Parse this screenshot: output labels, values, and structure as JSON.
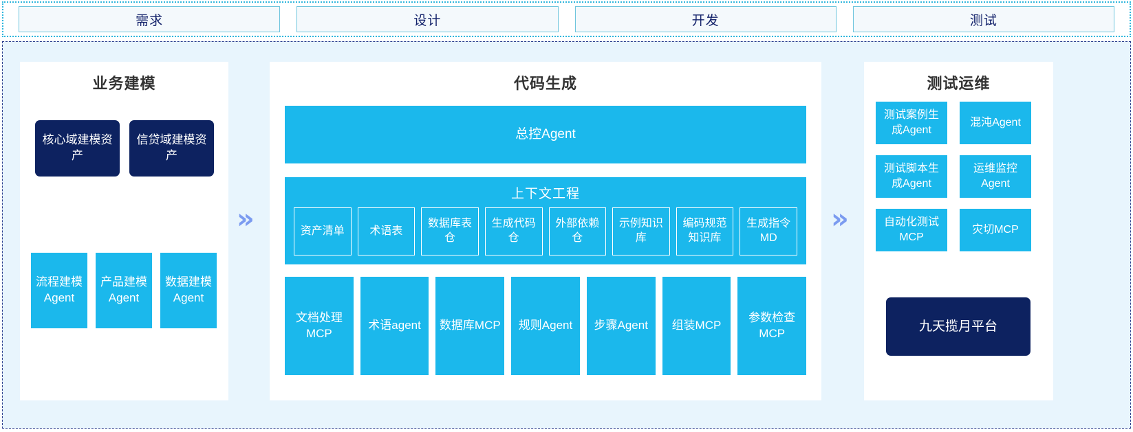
{
  "phases": {
    "items": [
      {
        "label": "需求"
      },
      {
        "label": "设计"
      },
      {
        "label": "开发"
      },
      {
        "label": "测试"
      }
    ]
  },
  "left_panel": {
    "title": "业务建模",
    "assets": [
      {
        "label": "核心域建模资产"
      },
      {
        "label": "信贷域建模资产"
      }
    ],
    "agents": [
      {
        "label": "流程建模Agent"
      },
      {
        "label": "产品建模Agent"
      },
      {
        "label": "数据建模Agent"
      }
    ]
  },
  "center_panel": {
    "title": "代码生成",
    "master_agent": "总控Agent",
    "context_engineering": {
      "title": "上下文工程",
      "items": [
        {
          "label": "资产清单"
        },
        {
          "label": "术语表"
        },
        {
          "label": "数据库表仓"
        },
        {
          "label": "生成代码仓"
        },
        {
          "label": "外部依赖仓"
        },
        {
          "label": "示例知识库"
        },
        {
          "label": "编码规范知识库"
        },
        {
          "label": "生成指令MD"
        }
      ]
    },
    "tools": [
      {
        "label": "文档处理MCP"
      },
      {
        "label": "术语agent"
      },
      {
        "label": "数据库MCP"
      },
      {
        "label": "规则Agent"
      },
      {
        "label": "步骤Agent"
      },
      {
        "label": "组装MCP"
      },
      {
        "label": "参数检查MCP"
      }
    ]
  },
  "right_panel": {
    "title": "测试运维",
    "items": [
      {
        "label": "测试案例生成Agent"
      },
      {
        "label": "混沌Agent"
      },
      {
        "label": "测试脚本生成Agent"
      },
      {
        "label": "运维监控Agent"
      },
      {
        "label": "自动化测试MCP"
      },
      {
        "label": "灾切MCP"
      }
    ],
    "platform": "九天揽月平台"
  },
  "flow": {
    "chevron_1": "»",
    "chevron_2": "»"
  },
  "colors": {
    "cyan": "#1bb8ec",
    "navy": "#0d2260",
    "chevron": "#7b9bf0",
    "band_bg": "#e8f5fd",
    "phase_border": "#6ec5dd"
  }
}
